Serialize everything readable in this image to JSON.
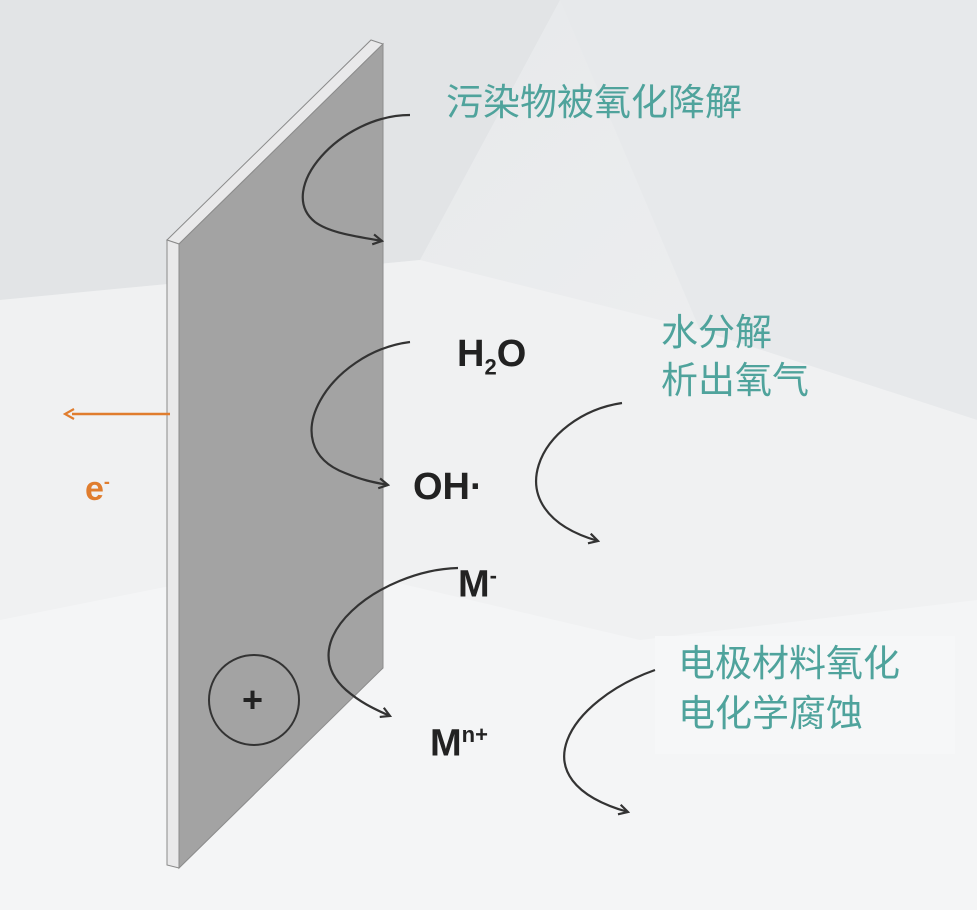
{
  "labels": {
    "pollutant_degradation": "污染物被氧化降解",
    "water_split_line1": "水分解",
    "water_split_line2": "析出氧气",
    "electrode_corrosion_line1": "电极材料氧化",
    "electrode_corrosion_line2": "电化学腐蚀"
  },
  "species": {
    "h2o_main": "H",
    "h2o_sub": "2",
    "h2o_tail": "O",
    "oh_radical": "OH·",
    "m_main": "M",
    "m_sup": "-",
    "mn_main": "M",
    "mn_sup": "n+"
  },
  "electron": {
    "symbol": "e",
    "charge": "-"
  },
  "anode": {
    "sign": "+"
  },
  "colors": {
    "teal": "#4fa39c",
    "electron": "#e07d2e",
    "plate_face": "#a3a3a3",
    "plate_edge": "#e9e9ea"
  }
}
